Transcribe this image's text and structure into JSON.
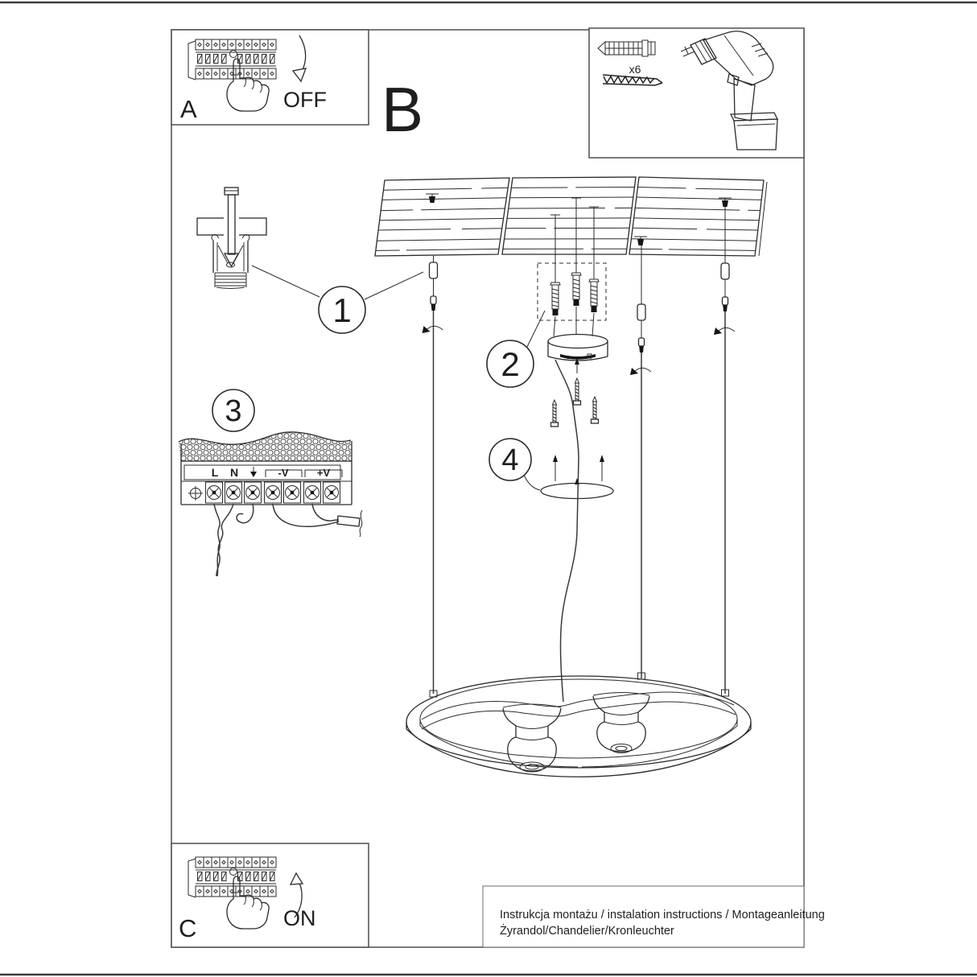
{
  "panels": {
    "a": {
      "label": "A",
      "action": "OFF"
    },
    "b": {
      "label": "B"
    },
    "c": {
      "label": "C",
      "action": "ON"
    }
  },
  "parts_box": {
    "dowel_qty": "x6"
  },
  "steps": {
    "s1": "1",
    "s2": "2",
    "s3": "3",
    "s4": "4"
  },
  "psu": {
    "l": "L",
    "n": "N",
    "minus_v": "-V",
    "plus_v": "+V"
  },
  "footer": {
    "line1": "Instrukcja montażu / instalation instructions / Montageanleitung",
    "line2": "Żyrandol/Chandelier/Kronleuchter"
  },
  "colors": {
    "background": "#ffffff",
    "line": "#2b2b2b",
    "border": "#4f4f4f"
  }
}
